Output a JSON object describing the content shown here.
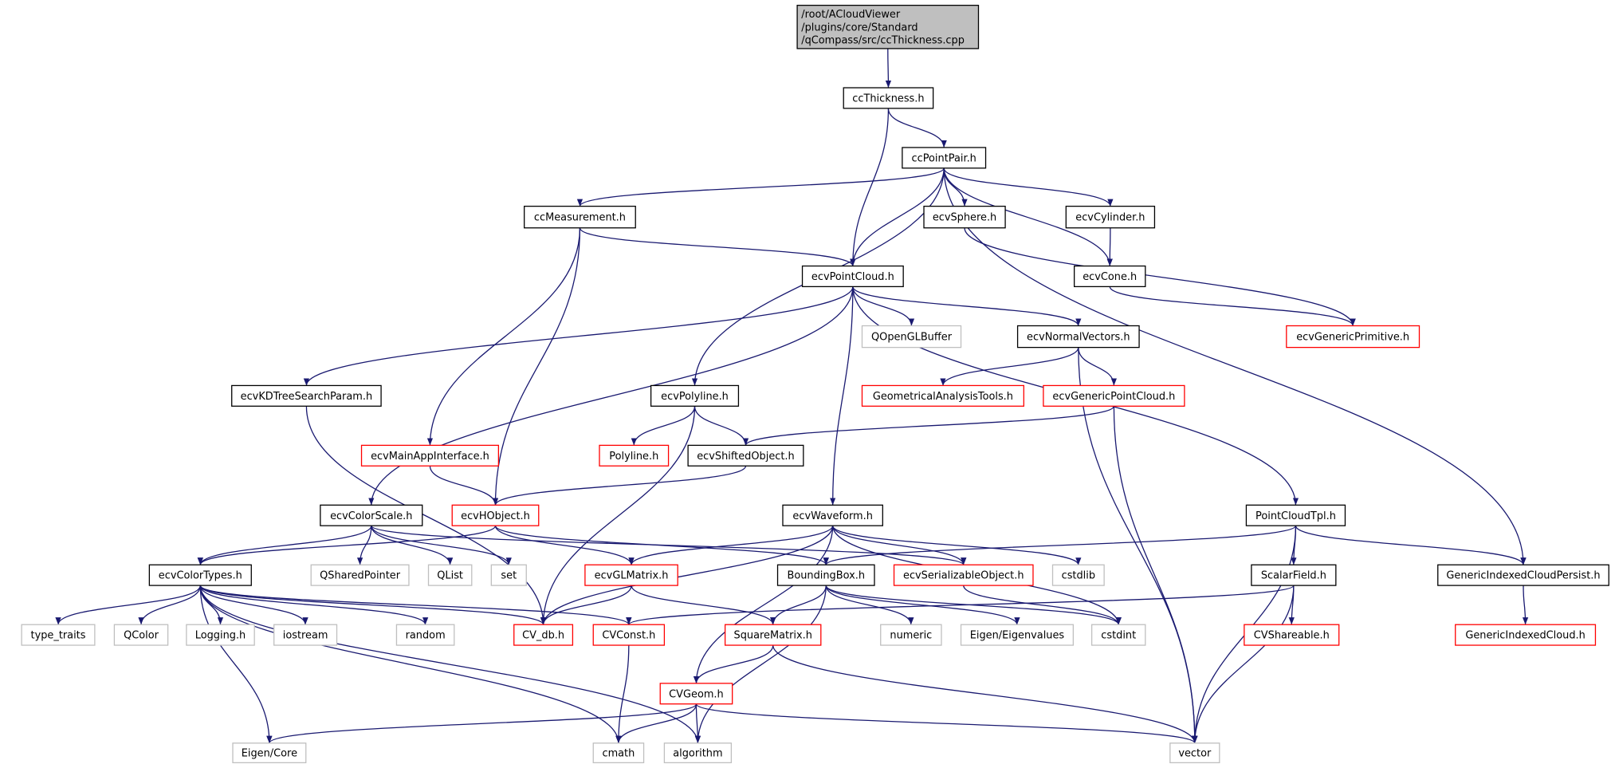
{
  "colors": {
    "edge": "#191970",
    "documented_border": "#000000",
    "truncated_border": "#ff0000",
    "external_border": "#bfbfbf",
    "root_fill": "#bfbfbf"
  },
  "nodes": [
    {
      "id": "root",
      "kind": "root",
      "lines": [
        "/root/ACloudViewer",
        "/plugins/core/Standard",
        "/qCompass/src/ccThickness.cpp"
      ]
    },
    {
      "id": "ccThickness",
      "kind": "documented",
      "lines": [
        "ccThickness.h"
      ]
    },
    {
      "id": "ccPointPair",
      "kind": "documented",
      "lines": [
        "ccPointPair.h"
      ]
    },
    {
      "id": "ccMeasurement",
      "kind": "documented",
      "lines": [
        "ccMeasurement.h"
      ]
    },
    {
      "id": "ecvSphere",
      "kind": "documented",
      "lines": [
        "ecvSphere.h"
      ]
    },
    {
      "id": "ecvCylinder",
      "kind": "documented",
      "lines": [
        "ecvCylinder.h"
      ]
    },
    {
      "id": "ecvPointCloud",
      "kind": "documented",
      "lines": [
        "ecvPointCloud.h"
      ]
    },
    {
      "id": "ecvCone",
      "kind": "documented",
      "lines": [
        "ecvCone.h"
      ]
    },
    {
      "id": "QOpenGLBuffer",
      "kind": "external",
      "lines": [
        "QOpenGLBuffer"
      ]
    },
    {
      "id": "ecvNormalVectors",
      "kind": "documented",
      "lines": [
        "ecvNormalVectors.h"
      ]
    },
    {
      "id": "ecvGenericPrimitive",
      "kind": "truncated",
      "lines": [
        "ecvGenericPrimitive.h"
      ]
    },
    {
      "id": "ecvKDTreeSearchParam",
      "kind": "documented",
      "lines": [
        "ecvKDTreeSearchParam.h"
      ]
    },
    {
      "id": "ecvPolyline",
      "kind": "documented",
      "lines": [
        "ecvPolyline.h"
      ]
    },
    {
      "id": "GeometricalAnalysisTools",
      "kind": "truncated",
      "lines": [
        "GeometricalAnalysisTools.h"
      ]
    },
    {
      "id": "ecvGenericPointCloud",
      "kind": "truncated",
      "lines": [
        "ecvGenericPointCloud.h"
      ]
    },
    {
      "id": "ecvMainAppInterface",
      "kind": "truncated",
      "lines": [
        "ecvMainAppInterface.h"
      ]
    },
    {
      "id": "Polyline",
      "kind": "truncated",
      "lines": [
        "Polyline.h"
      ]
    },
    {
      "id": "ecvShiftedObject",
      "kind": "documented",
      "lines": [
        "ecvShiftedObject.h"
      ]
    },
    {
      "id": "ecvColorScale",
      "kind": "documented",
      "lines": [
        "ecvColorScale.h"
      ]
    },
    {
      "id": "ecvHObject",
      "kind": "truncated",
      "lines": [
        "ecvHObject.h"
      ]
    },
    {
      "id": "ecvWaveform",
      "kind": "documented",
      "lines": [
        "ecvWaveform.h"
      ]
    },
    {
      "id": "PointCloudTpl",
      "kind": "documented",
      "lines": [
        "PointCloudTpl.h"
      ]
    },
    {
      "id": "ecvColorTypes",
      "kind": "documented",
      "lines": [
        "ecvColorTypes.h"
      ]
    },
    {
      "id": "QSharedPointer",
      "kind": "external",
      "lines": [
        "QSharedPointer"
      ]
    },
    {
      "id": "QList",
      "kind": "external",
      "lines": [
        "QList"
      ]
    },
    {
      "id": "set",
      "kind": "external",
      "lines": [
        "set"
      ]
    },
    {
      "id": "ecvGLMatrix",
      "kind": "truncated",
      "lines": [
        "ecvGLMatrix.h"
      ]
    },
    {
      "id": "BoundingBox",
      "kind": "documented",
      "lines": [
        "BoundingBox.h"
      ]
    },
    {
      "id": "ecvSerializableObject",
      "kind": "truncated",
      "lines": [
        "ecvSerializableObject.h"
      ]
    },
    {
      "id": "cstdlib",
      "kind": "external",
      "lines": [
        "cstdlib"
      ]
    },
    {
      "id": "ScalarField",
      "kind": "documented",
      "lines": [
        "ScalarField.h"
      ]
    },
    {
      "id": "GenericIndexedCloudPersist",
      "kind": "documented",
      "lines": [
        "GenericIndexedCloudPersist.h"
      ]
    },
    {
      "id": "type_traits",
      "kind": "external",
      "lines": [
        "type_traits"
      ]
    },
    {
      "id": "QColor",
      "kind": "external",
      "lines": [
        "QColor"
      ]
    },
    {
      "id": "Logging",
      "kind": "external",
      "lines": [
        "Logging.h"
      ]
    },
    {
      "id": "iostream",
      "kind": "external",
      "lines": [
        "iostream"
      ]
    },
    {
      "id": "random",
      "kind": "external",
      "lines": [
        "random"
      ]
    },
    {
      "id": "CV_db",
      "kind": "truncated",
      "lines": [
        "CV_db.h"
      ]
    },
    {
      "id": "CVConst",
      "kind": "truncated",
      "lines": [
        "CVConst.h"
      ]
    },
    {
      "id": "SquareMatrix",
      "kind": "truncated",
      "lines": [
        "SquareMatrix.h"
      ]
    },
    {
      "id": "numeric",
      "kind": "external",
      "lines": [
        "numeric"
      ]
    },
    {
      "id": "EigenEigenvalues",
      "kind": "external",
      "lines": [
        "Eigen/Eigenvalues"
      ]
    },
    {
      "id": "cstdint",
      "kind": "external",
      "lines": [
        "cstdint"
      ]
    },
    {
      "id": "CVShareable",
      "kind": "truncated",
      "lines": [
        "CVShareable.h"
      ]
    },
    {
      "id": "GenericIndexedCloud",
      "kind": "truncated",
      "lines": [
        "GenericIndexedCloud.h"
      ]
    },
    {
      "id": "CVGeom",
      "kind": "truncated",
      "lines": [
        "CVGeom.h"
      ]
    },
    {
      "id": "EigenCore",
      "kind": "external",
      "lines": [
        "Eigen/Core"
      ]
    },
    {
      "id": "cmath",
      "kind": "external",
      "lines": [
        "cmath"
      ]
    },
    {
      "id": "algorithm",
      "kind": "external",
      "lines": [
        "algorithm"
      ]
    },
    {
      "id": "vector",
      "kind": "external",
      "lines": [
        "vector"
      ]
    }
  ],
  "edges": [
    [
      "root",
      "ccThickness"
    ],
    [
      "ccThickness",
      "ccPointPair"
    ],
    [
      "ccThickness",
      "ecvPointCloud"
    ],
    [
      "ccPointPair",
      "ccMeasurement"
    ],
    [
      "ccPointPair",
      "ecvPolyline"
    ],
    [
      "ccPointPair",
      "ecvPointCloud"
    ],
    [
      "ccPointPair",
      "ecvSphere"
    ],
    [
      "ccPointPair",
      "ecvCone"
    ],
    [
      "ccPointPair",
      "ecvCylinder"
    ],
    [
      "ccPointPair",
      "GenericIndexedCloudPersist"
    ],
    [
      "ccMeasurement",
      "ecvPointCloud"
    ],
    [
      "ccMeasurement",
      "ecvMainAppInterface"
    ],
    [
      "ccMeasurement",
      "ecvHObject"
    ],
    [
      "ecvSphere",
      "ecvGenericPrimitive"
    ],
    [
      "ecvCylinder",
      "ecvCone"
    ],
    [
      "ecvCone",
      "ecvGenericPrimitive"
    ],
    [
      "ecvPointCloud",
      "ecvKDTreeSearchParam"
    ],
    [
      "ecvPointCloud",
      "ecvColorScale"
    ],
    [
      "ecvPointCloud",
      "QOpenGLBuffer"
    ],
    [
      "ecvPointCloud",
      "ecvNormalVectors"
    ],
    [
      "ecvPointCloud",
      "ecvWaveform"
    ],
    [
      "ecvPointCloud",
      "PointCloudTpl"
    ],
    [
      "ecvNormalVectors",
      "GeometricalAnalysisTools"
    ],
    [
      "ecvNormalVectors",
      "ecvGenericPointCloud"
    ],
    [
      "ecvNormalVectors",
      "vector"
    ],
    [
      "ecvKDTreeSearchParam",
      "CV_db"
    ],
    [
      "ecvPolyline",
      "Polyline"
    ],
    [
      "ecvPolyline",
      "ecvShiftedObject"
    ],
    [
      "ecvPolyline",
      "CV_db"
    ],
    [
      "ecvGenericPointCloud",
      "ecvShiftedObject"
    ],
    [
      "ecvGenericPointCloud",
      "vector"
    ],
    [
      "ecvMainAppInterface",
      "ecvHObject"
    ],
    [
      "ecvShiftedObject",
      "ecvHObject"
    ],
    [
      "ecvColorScale",
      "ecvColorTypes"
    ],
    [
      "ecvColorScale",
      "QSharedPointer"
    ],
    [
      "ecvColorScale",
      "QList"
    ],
    [
      "ecvColorScale",
      "set"
    ],
    [
      "ecvColorScale",
      "ecvSerializableObject"
    ],
    [
      "ecvHObject",
      "ecvColorTypes"
    ],
    [
      "ecvHObject",
      "ecvGLMatrix"
    ],
    [
      "ecvHObject",
      "BoundingBox"
    ],
    [
      "ecvWaveform",
      "ecvGLMatrix"
    ],
    [
      "ecvWaveform",
      "CV_db"
    ],
    [
      "ecvWaveform",
      "ecvSerializableObject"
    ],
    [
      "ecvWaveform",
      "cstdlib"
    ],
    [
      "ecvWaveform",
      "cstdint"
    ],
    [
      "ecvWaveform",
      "CVGeom"
    ],
    [
      "PointCloudTpl",
      "BoundingBox"
    ],
    [
      "PointCloudTpl",
      "ScalarField"
    ],
    [
      "PointCloudTpl",
      "GenericIndexedCloudPersist"
    ],
    [
      "PointCloudTpl",
      "vector"
    ],
    [
      "ecvColorTypes",
      "type_traits"
    ],
    [
      "ecvColorTypes",
      "QColor"
    ],
    [
      "ecvColorTypes",
      "Logging"
    ],
    [
      "ecvColorTypes",
      "iostream"
    ],
    [
      "ecvColorTypes",
      "random"
    ],
    [
      "ecvColorTypes",
      "CV_db"
    ],
    [
      "ecvColorTypes",
      "CVConst"
    ],
    [
      "ecvColorTypes",
      "EigenCore"
    ],
    [
      "ecvColorTypes",
      "cmath"
    ],
    [
      "ecvColorTypes",
      "algorithm"
    ],
    [
      "ecvGLMatrix",
      "CV_db"
    ],
    [
      "ecvGLMatrix",
      "SquareMatrix"
    ],
    [
      "BoundingBox",
      "SquareMatrix"
    ],
    [
      "BoundingBox",
      "numeric"
    ],
    [
      "BoundingBox",
      "EigenEigenvalues"
    ],
    [
      "BoundingBox",
      "cstdint"
    ],
    [
      "BoundingBox",
      "algorithm"
    ],
    [
      "ecvSerializableObject",
      "cstdint"
    ],
    [
      "ScalarField",
      "CVConst"
    ],
    [
      "ScalarField",
      "CVShareable"
    ],
    [
      "ScalarField",
      "vector"
    ],
    [
      "GenericIndexedCloudPersist",
      "GenericIndexedCloud"
    ],
    [
      "CVConst",
      "cmath"
    ],
    [
      "SquareMatrix",
      "CVGeom"
    ],
    [
      "SquareMatrix",
      "vector"
    ],
    [
      "CVGeom",
      "EigenCore"
    ],
    [
      "CVGeom",
      "cmath"
    ],
    [
      "CVGeom",
      "algorithm"
    ],
    [
      "CVGeom",
      "vector"
    ]
  ]
}
